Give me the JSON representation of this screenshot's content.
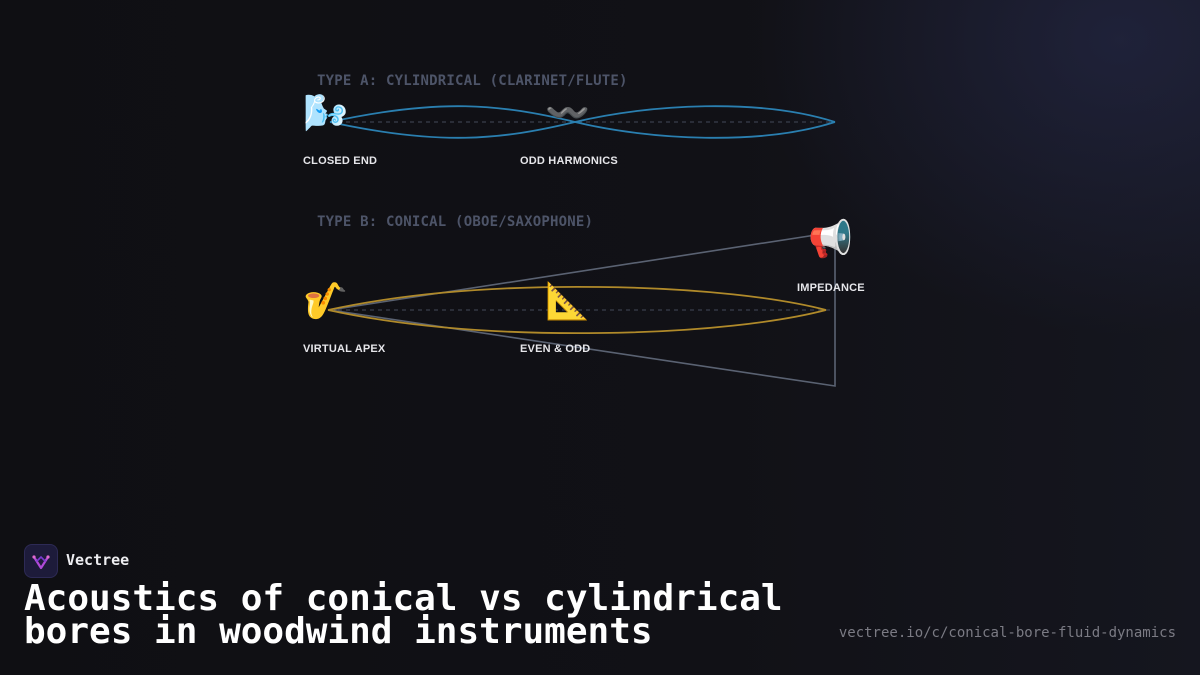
{
  "diagram": {
    "type_a_label": "TYPE A: CYLINDRICAL (CLARINET/FLUTE)",
    "type_b_label": "TYPE B: CONICAL (OBOE/SAXOPHONE)",
    "nodes": {
      "closed_end": {
        "label": "CLOSED END",
        "icon": "wind-face-icon",
        "glyph": "🌬️"
      },
      "odd_harmonics": {
        "label": "ODD HARMONICS",
        "icon": "wavy-dash-icon",
        "glyph": "〰️"
      },
      "virtual_apex": {
        "label": "VIRTUAL APEX",
        "icon": "saxophone-icon",
        "glyph": "🎷"
      },
      "even_odd": {
        "label": "EVEN & ODD",
        "icon": "triangular-ruler-icon",
        "glyph": "📐"
      },
      "impedance": {
        "label": "IMPEDANCE",
        "icon": "megaphone-icon",
        "glyph": "📢"
      }
    },
    "colors": {
      "cylindrical_wave": "#2a7fb0",
      "conical_wave": "#b08a2a",
      "cone_outline": "#5a6272",
      "centerline": "#3a3f4c"
    }
  },
  "brand": {
    "name": "Vectree"
  },
  "title": "Acoustics of conical vs cylindrical bores in woodwind instruments",
  "url": "vectree.io/c/conical-bore-fluid-dynamics"
}
